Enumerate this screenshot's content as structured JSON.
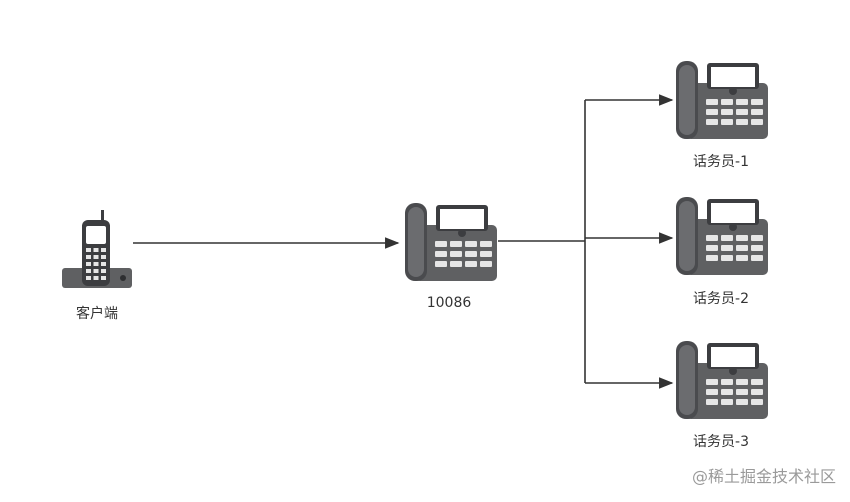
{
  "nodes": {
    "client": {
      "label": "客户端",
      "icon": "cordless-phone-icon"
    },
    "switchboard": {
      "label": "10086",
      "icon": "desk-phone-icon"
    },
    "operators": [
      {
        "label": "话务员-1",
        "icon": "desk-phone-icon"
      },
      {
        "label": "话务员-2",
        "icon": "desk-phone-icon"
      },
      {
        "label": "话务员-3",
        "icon": "desk-phone-icon"
      }
    ]
  },
  "edges": [
    {
      "from": "客户端",
      "to": "10086"
    },
    {
      "from": "10086",
      "to": "话务员-1"
    },
    {
      "from": "10086",
      "to": "话务员-2"
    },
    {
      "from": "10086",
      "to": "话务员-3"
    }
  ],
  "watermark": "@稀土掘金技术社区",
  "colors": {
    "phone_body": "#5f6062",
    "phone_dark": "#3c3d40",
    "line": "#333333"
  }
}
